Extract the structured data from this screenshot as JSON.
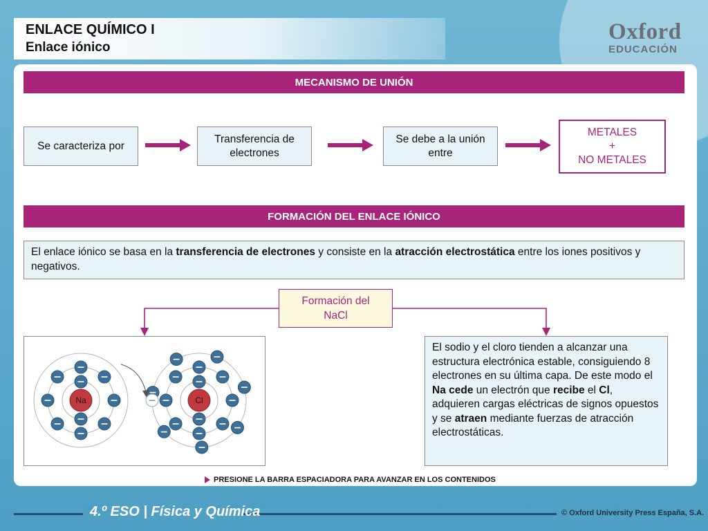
{
  "header": {
    "title": "ENLACE QUÍMICO I",
    "subtitle": "Enlace iónico",
    "logo_top": "Oxford",
    "logo_bottom": "EDUCACIÓN"
  },
  "section1": {
    "heading": "MECANISMO DE UNIÓN",
    "step1": "Se caracteriza por",
    "step2": "Transferencia de electrones",
    "step3": "Se debe a la unión entre",
    "result_line1": "METALES",
    "result_plus": "+",
    "result_line2": "NO METALES"
  },
  "section2": {
    "heading": "FORMACIÓN DEL ENLACE IÓNICO",
    "para_a": "El enlace iónico se basa en la ",
    "para_b": "transferencia de electrones",
    "para_c": " y consiste en la ",
    "para_d": "atracción electrostática",
    "para_e": " entre los iones positivos y negativos.",
    "nacl_line1": "Formación del",
    "nacl_line2": "NaCl",
    "atom_left_label": "Na",
    "atom_right_label": "Cl",
    "electron_sign": "−",
    "desc_a": "El sodio y el cloro tienden a alcanzar una estructura electrónica estable, consiguiendo 8 electrones en su última capa. De este modo el ",
    "desc_b": "Na cede",
    "desc_c": " un electrón que ",
    "desc_d": "recibe",
    "desc_e": " el ",
    "desc_f": "Cl",
    "desc_g": ", adquieren cargas eléctricas de signos opuestos y se ",
    "desc_h": "atraen",
    "desc_i": " mediante fuerzas de atracción electrostáticas."
  },
  "footer": {
    "press_text": "PRESIONE LA BARRA ESPACIADORA PARA AVANZAR EN LOS CONTENIDOS",
    "course": "4.º ESO | Física y Química",
    "copyright": "© Oxford University Press España, S.A."
  },
  "colors": {
    "accent": "#a72478",
    "box_fill": "#e8f3f7",
    "electron": "#3d6f97",
    "nucleus": "#c0393f"
  }
}
